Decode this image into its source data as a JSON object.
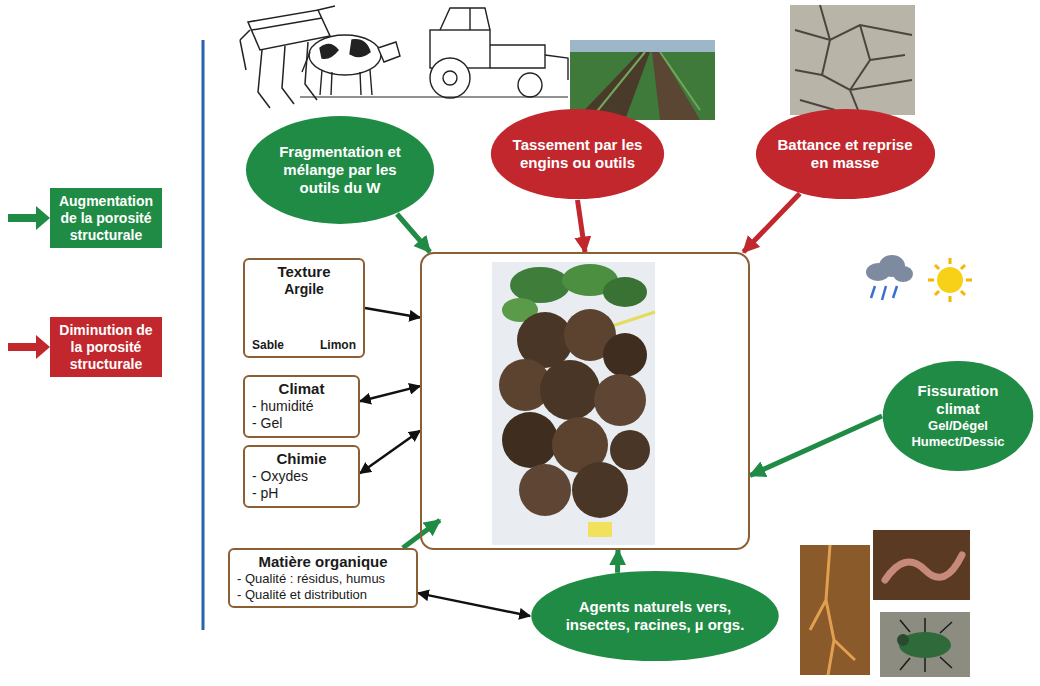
{
  "diagram": {
    "nodes": [
      {
        "text": [
          "Fragmentation et mélange par les outils du W"
        ]
      },
      {
        "text": [
          "Tassement par les engins ou outils"
        ]
      },
      {
        "text": [
          "Battance et reprise en masse"
        ]
      },
      {
        "text": [
          "Texture",
          "Argile",
          "Sable",
          "Limon"
        ]
      },
      {
        "text": []
      },
      {
        "text": [
          "Climat",
          "- humidité",
          "- Gel"
        ]
      },
      {
        "text": [
          "Chimie",
          "- Oxydes",
          "- pH"
        ]
      },
      {
        "text": [
          "Matière organique",
          "- Qualité : résidus, humus",
          "- Qualité et distribution"
        ]
      },
      {
        "text": [
          "Fissuration climat",
          "Gel/Dégel",
          "Humect/Dessic"
        ]
      },
      {
        "text": [
          "Agents naturels vers, insectes, racines, µ orgs."
        ]
      }
    ],
    "edges": [
      {
        "from": 0,
        "to": 4,
        "arrow": "to"
      },
      {
        "from": 1,
        "to": 4,
        "arrow": "to"
      },
      {
        "from": 2,
        "to": 4,
        "arrow": "to"
      },
      {
        "from": 3,
        "to": 4,
        "arrow": "to"
      },
      {
        "from": 5,
        "to": 4,
        "arrow": "both"
      },
      {
        "from": 6,
        "to": 4,
        "arrow": "both"
      },
      {
        "from": 7,
        "to": 4,
        "arrow": "to"
      },
      {
        "from": 7,
        "to": 9,
        "arrow": "both"
      },
      {
        "from": 9,
        "to": 4,
        "arrow": "to"
      },
      {
        "from": 8,
        "to": 4,
        "arrow": "to"
      }
    ],
    "legend": [
      {
        "text": "Augmentation de la porosité structurale",
        "color": "#1f8b45"
      },
      {
        "text": "Diminution de la porosité structurale",
        "color": "#c1272d"
      }
    ]
  }
}
